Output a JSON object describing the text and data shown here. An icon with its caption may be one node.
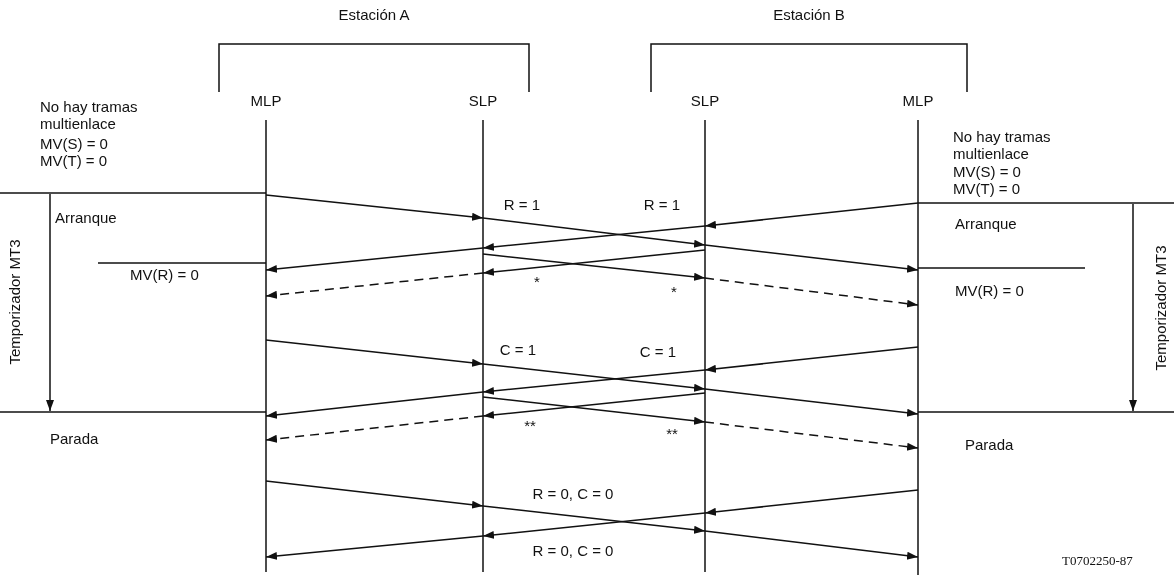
{
  "diagram": {
    "nodes": [
      {
        "text": [
          "Estación A"
        ]
      },
      {
        "text": [
          "Estación B"
        ]
      },
      {
        "text": [
          "MLP"
        ]
      },
      {
        "text": [
          "SLP"
        ]
      },
      {
        "text": [
          "SLP"
        ]
      },
      {
        "text": [
          "MLP"
        ]
      }
    ],
    "edges": [
      {
        "from": 2,
        "to": 3,
        "arrow": "to"
      },
      {
        "from": 3,
        "to": 4,
        "arrow": "to",
        "label": "R = 1"
      },
      {
        "from": 4,
        "to": 5,
        "arrow": "to"
      },
      {
        "from": 5,
        "to": 4,
        "arrow": "to"
      },
      {
        "from": 4,
        "to": 3,
        "arrow": "to",
        "label": "R = 1"
      },
      {
        "from": 3,
        "to": 2,
        "arrow": "to"
      },
      {
        "from": 3,
        "to": 4,
        "arrow": "to",
        "label": "*"
      },
      {
        "from": 4,
        "to": 5,
        "arrow": "to",
        "style": "dashed"
      },
      {
        "from": 4,
        "to": 3,
        "arrow": "to",
        "label": "*"
      },
      {
        "from": 3,
        "to": 2,
        "arrow": "to",
        "style": "dashed"
      },
      {
        "from": 2,
        "to": 3,
        "arrow": "to"
      },
      {
        "from": 3,
        "to": 4,
        "arrow": "to",
        "label": "C = 1"
      },
      {
        "from": 4,
        "to": 5,
        "arrow": "to"
      },
      {
        "from": 5,
        "to": 4,
        "arrow": "to"
      },
      {
        "from": 4,
        "to": 3,
        "arrow": "to",
        "label": "C = 1"
      },
      {
        "from": 3,
        "to": 2,
        "arrow": "to"
      },
      {
        "from": 3,
        "to": 4,
        "arrow": "to",
        "label": "**"
      },
      {
        "from": 4,
        "to": 5,
        "arrow": "to",
        "style": "dashed"
      },
      {
        "from": 4,
        "to": 3,
        "arrow": "to",
        "label": "**"
      },
      {
        "from": 3,
        "to": 2,
        "arrow": "to",
        "style": "dashed"
      },
      {
        "from": 2,
        "to": 3,
        "arrow": "to"
      },
      {
        "from": 3,
        "to": 4,
        "arrow": "to",
        "label": "R = 0, C = 0"
      },
      {
        "from": 4,
        "to": 5,
        "arrow": "to"
      },
      {
        "from": 5,
        "to": 4,
        "arrow": "to"
      },
      {
        "from": 4,
        "to": 3,
        "arrow": "to",
        "label": "R = 0, C = 0"
      },
      {
        "from": 3,
        "to": 2,
        "arrow": "to"
      }
    ],
    "labels": [
      "No hay tramas multienlace",
      "MV(S) = 0",
      "MV(T) = 0",
      "No hay tramas multienlace",
      "MV(S) = 0",
      "MV(T) = 0",
      "Arranque",
      "Arranque",
      "MV(R) = 0",
      "MV(R) = 0",
      "Temporizador MT3",
      "Temporizador MT3",
      "Parada",
      "Parada",
      "T0702250-87"
    ]
  }
}
